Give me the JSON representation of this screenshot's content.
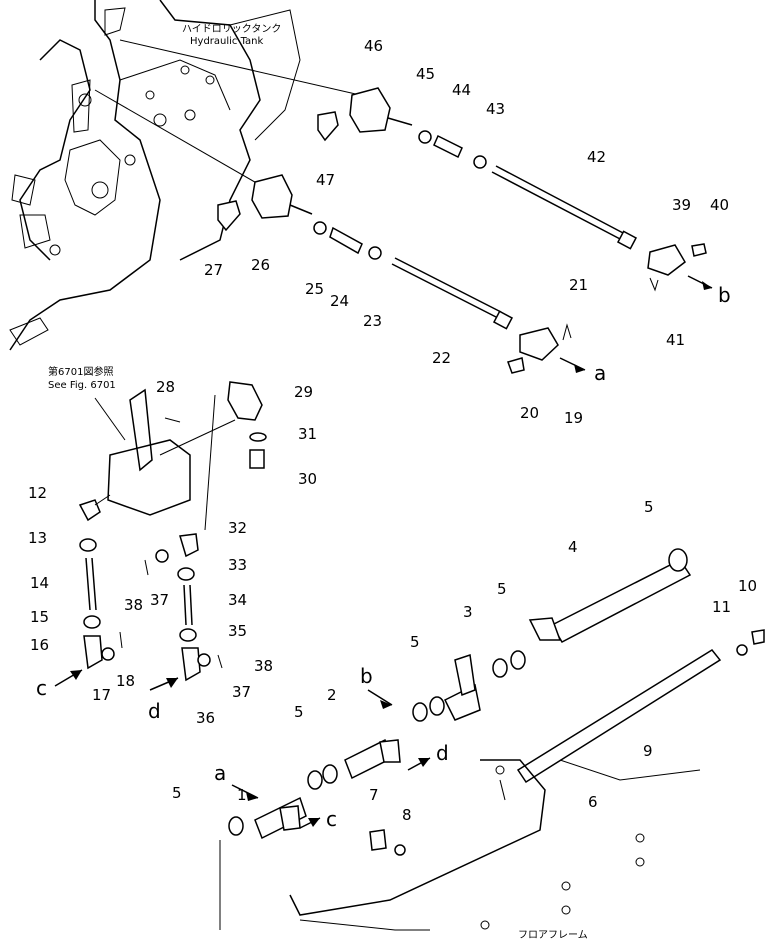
{
  "notes": {
    "hydraulic_tank_jp": "ハイドロリックタンク",
    "hydraulic_tank_en": "Hydraulic Tank",
    "see_fig_jp": "第6701図参照",
    "see_fig_en": "See Fig. 6701",
    "floor_frame_jp": "フロアフレーム"
  },
  "part_numbers": [
    "1",
    "2",
    "3",
    "4",
    "5",
    "6",
    "7",
    "8",
    "9",
    "10",
    "11",
    "12",
    "13",
    "14",
    "15",
    "16",
    "17",
    "18",
    "19",
    "20",
    "21",
    "22",
    "23",
    "24",
    "25",
    "26",
    "27",
    "28",
    "29",
    "30",
    "31",
    "32",
    "33",
    "34",
    "35",
    "36",
    "37",
    "38",
    "39",
    "40",
    "41",
    "42",
    "43",
    "44",
    "45",
    "46",
    "47"
  ],
  "connection_letters": [
    "a",
    "b",
    "c",
    "d"
  ]
}
